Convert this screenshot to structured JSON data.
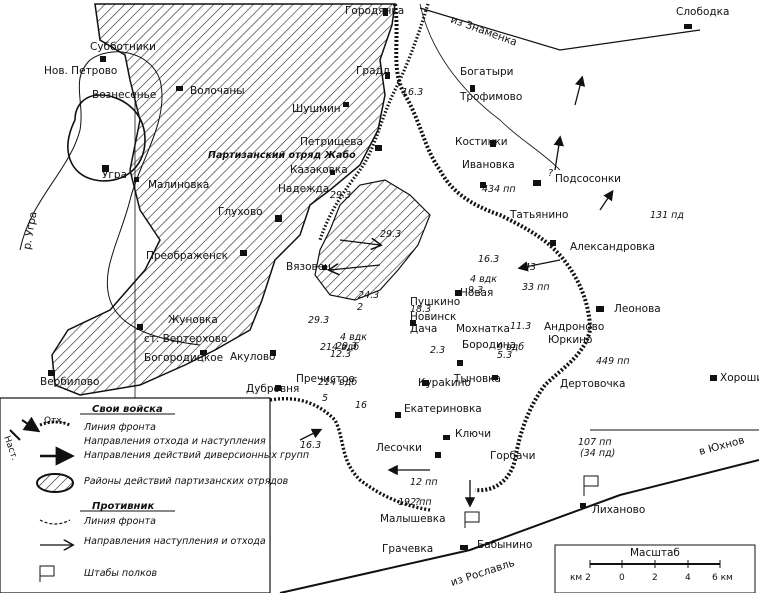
{
  "towns": [
    {
      "name": "Слободка"
    },
    {
      "name": "Городянка"
    },
    {
      "name": "Субботники"
    },
    {
      "name": "Нов. Петрово"
    },
    {
      "name": "Волочаны"
    },
    {
      "name": "Вознесенье"
    },
    {
      "name": "Градд"
    },
    {
      "name": "Богатыри"
    },
    {
      "name": "Трофимово"
    },
    {
      "name": "Шушмин"
    },
    {
      "name": "Петрищева"
    },
    {
      "name": "Костинки"
    },
    {
      "name": "Ивановка"
    },
    {
      "name": "Угра"
    },
    {
      "name": "Малиновка"
    },
    {
      "name": "Казаковка"
    },
    {
      "name": "Надежда"
    },
    {
      "name": "Подсосонки"
    },
    {
      "name": "Глухово"
    },
    {
      "name": "Татьянино"
    },
    {
      "name": "Александровка"
    },
    {
      "name": "Преображенск"
    },
    {
      "name": "Вязовец"
    },
    {
      "name": "Новая"
    },
    {
      "name": "Пушкино"
    },
    {
      "name": "Леонова"
    },
    {
      "name": "Жуновка"
    },
    {
      "name": "ст. Вертерхово"
    },
    {
      "name": "Новинск"
    },
    {
      "name": "Дача"
    },
    {
      "name": "Мохнатка"
    },
    {
      "name": "Андроново"
    },
    {
      "name": "Богородицкое"
    },
    {
      "name": "Акулово"
    },
    {
      "name": "Бородина"
    },
    {
      "name": "Юркино"
    },
    {
      "name": "Вербилово"
    },
    {
      "name": "Пречистое"
    },
    {
      "name": "Кураkино"
    },
    {
      "name": "Тыновка"
    },
    {
      "name": "Хорошилово"
    },
    {
      "name": "Дубровня"
    },
    {
      "name": "Дертовочка"
    },
    {
      "name": "Екатериновка"
    },
    {
      "name": "Ключи"
    },
    {
      "name": "Лесочки"
    },
    {
      "name": "Горбачи"
    },
    {
      "name": "Малышевка"
    },
    {
      "name": "Лиханово"
    },
    {
      "name": "Грачевка"
    },
    {
      "name": "Бабынино"
    }
  ],
  "units": [
    "16.3",
    "29.3",
    "131 пд",
    "434 пп",
    "?",
    "4 вдк",
    "9.3",
    "16.3",
    "43",
    "33 пп",
    "11.3",
    "9 вдб",
    "5.3",
    "449 пп",
    "29.3",
    "4 вдк",
    "29.3",
    "214 вдб",
    "12.3",
    "24.3",
    "18.3",
    "2",
    "214 вдб",
    "5",
    "16",
    "16.3",
    "12 пп",
    "107 пп",
    "(34 пд)",
    "192 пп",
    "?",
    "29.3",
    "2.3"
  ],
  "partisan_label": "Партизанский отряд Жабо",
  "roads": {
    "znamenka": "из Знаменка",
    "yukhnov": "в Юхнов",
    "roslavl": "из Рославль"
  },
  "river": "р. Угра",
  "legend": {
    "own_title": "Свои войска",
    "items_own": [
      "Линия фронта",
      "Направления отхода и наступления",
      "Направления действий диверсионных групп",
      "Районы действий партизанских отрядов"
    ],
    "arrow_labels": {
      "otkh": "Отх.",
      "nast": "Наст."
    },
    "enemy_title": "Противник",
    "items_enemy": [
      "Линия фронта",
      "Направления наступления и отхода",
      "Штабы полков"
    ]
  },
  "scale": {
    "title": "Масштаб",
    "labels": [
      "км 2",
      "0",
      "2",
      "4",
      "6 км"
    ]
  }
}
